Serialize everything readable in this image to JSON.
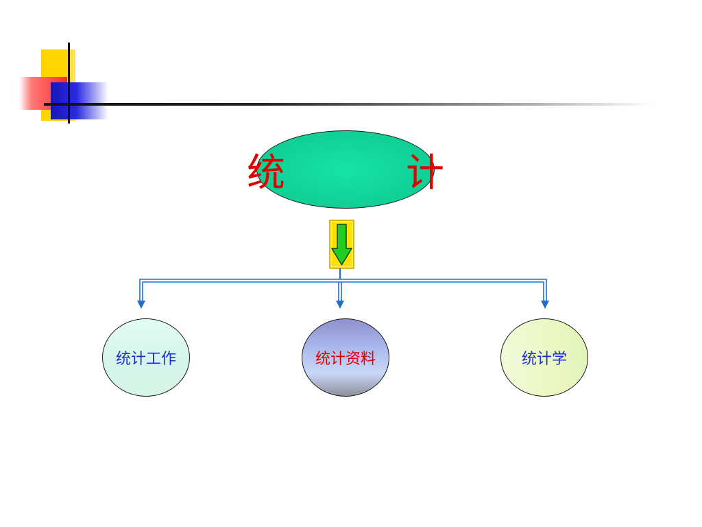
{
  "diagram": {
    "root": {
      "label": "统　计"
    },
    "children": [
      {
        "label": "统计工作"
      },
      {
        "label": "统计资料"
      },
      {
        "label": "统计学"
      }
    ]
  },
  "colors": {
    "root_fill": "#10d69c",
    "root_text": "#e00000",
    "child_text_blue": "#1e2ec8",
    "child_text_red": "#e00000",
    "arrow_green": "#22cc22",
    "arrow_box": "#ffe000",
    "connector_blue": "#1f6fc6"
  },
  "icons": {
    "header_decoration": "color-blocks-decoration",
    "down_arrow": "green-down-arrow-icon"
  }
}
